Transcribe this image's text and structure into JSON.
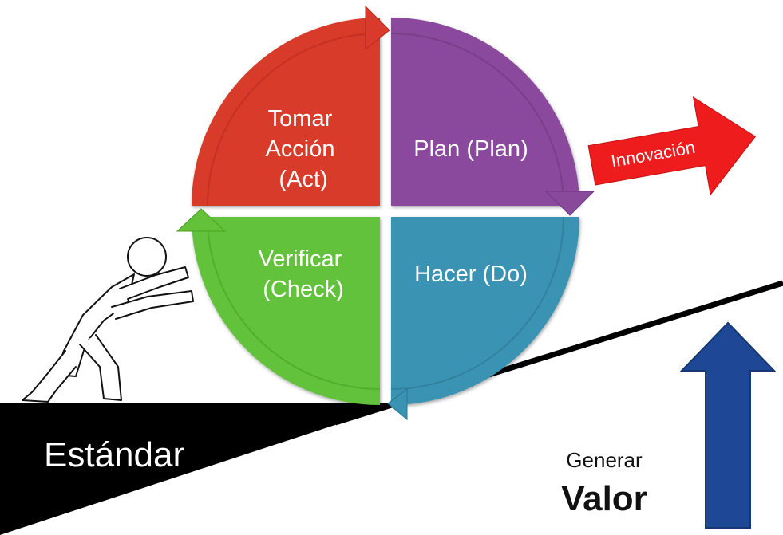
{
  "quadrants": {
    "act": {
      "lines": [
        "Tomar",
        "Acción",
        "(Act)"
      ],
      "color": "#d93a2b"
    },
    "plan": {
      "lines": [
        "Plan (Plan)"
      ],
      "color": "#8a4a9c"
    },
    "do": {
      "lines": [
        "Hacer (Do)"
      ],
      "color": "#3a93b3"
    },
    "check": {
      "lines": [
        "Verificar",
        "(Check)"
      ],
      "color": "#63c23a"
    }
  },
  "innovation": {
    "label": "Innovación",
    "color": "#ee1c1c"
  },
  "standard": {
    "label": "Estándar",
    "color": "#000000"
  },
  "value": {
    "line1": "Generar",
    "line2": "Valor",
    "arrow_color": "#1e4796"
  },
  "icons": {
    "figure": "stick-figure-pushing-icon"
  }
}
